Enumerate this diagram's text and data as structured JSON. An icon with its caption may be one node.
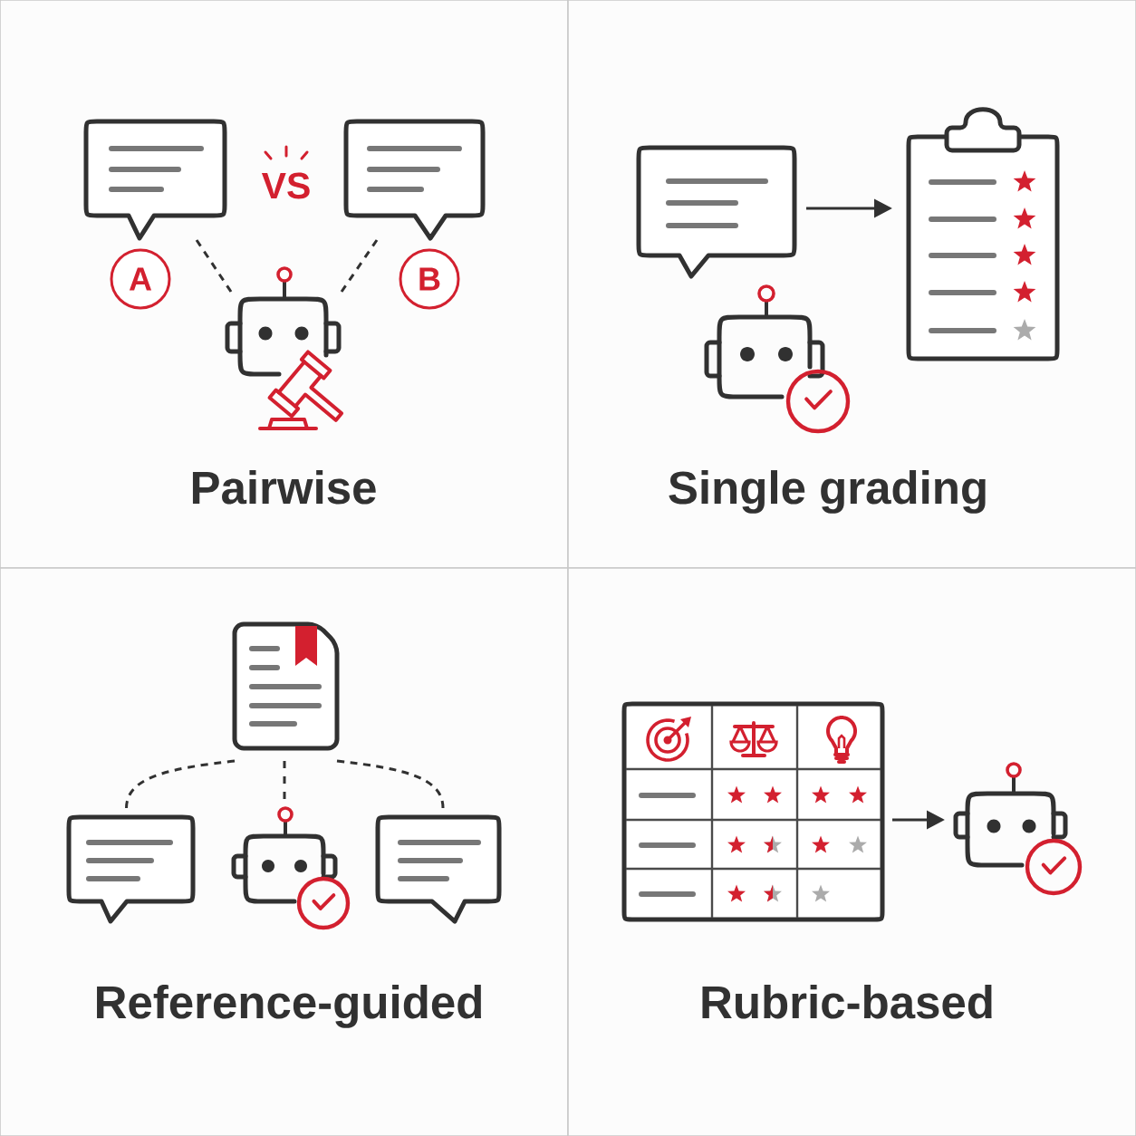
{
  "diagram": {
    "nodes": [
      {
        "text": [
          "Pairwise"
        ]
      },
      {
        "text": [],
        "shape": "picture",
        "in": 0
      },
      {
        "text": [
          "A"
        ],
        "in": 0
      },
      {
        "text": [],
        "shape": "picture",
        "in": 0
      },
      {
        "text": [
          "B"
        ],
        "in": 0
      },
      {
        "text": [],
        "shape": "picture",
        "in": 0
      },
      {
        "text": [
          "Single grading"
        ]
      },
      {
        "text": [],
        "shape": "picture",
        "in": 6
      },
      {
        "text": [],
        "shape": "picture",
        "in": 6
      },
      {
        "text": [],
        "shape": "picture",
        "in": 6
      },
      {
        "text": [
          "Reference-guided"
        ]
      },
      {
        "text": [],
        "shape": "picture",
        "in": 10
      },
      {
        "text": [],
        "shape": "picture",
        "in": 10
      },
      {
        "text": [],
        "shape": "picture",
        "in": 10
      },
      {
        "text": [],
        "shape": "picture",
        "in": 10
      },
      {
        "text": [
          "Rubric-based"
        ]
      },
      {
        "text": [],
        "shape": "picture",
        "in": 15
      },
      {
        "text": [],
        "shape": "picture",
        "in": 15
      }
    ],
    "edges": [
      {
        "from": 1,
        "to": 5,
        "arrow": "none",
        "style": "dashed"
      },
      {
        "from": 3,
        "to": 5,
        "arrow": "none",
        "style": "dashed"
      },
      {
        "from": 7,
        "to": 8,
        "arrow": "to"
      },
      {
        "from": 11,
        "to": 12,
        "arrow": "none",
        "style": "dashed"
      },
      {
        "from": 11,
        "to": 13,
        "arrow": "none",
        "style": "dashed"
      },
      {
        "from": 11,
        "to": 14,
        "arrow": "none",
        "style": "dashed"
      },
      {
        "from": 16,
        "to": 17,
        "arrow": "to"
      }
    ],
    "labels": [
      "VS"
    ]
  }
}
